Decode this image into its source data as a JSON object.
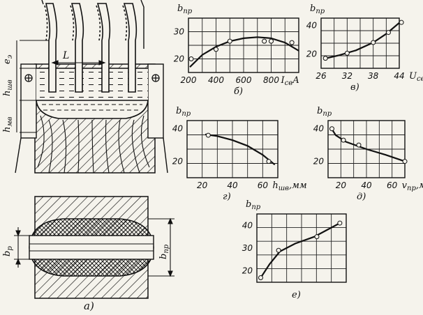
{
  "labels": {
    "e": "e",
    "e_sub": "э",
    "h_shv": "h",
    "h_shv_sub": "шв",
    "h_mv": "h",
    "h_mv_sub": "мв",
    "L": "L",
    "b_p": "b",
    "b_p_sub": "р",
    "b_pr": "b",
    "b_pr_sub": "пр",
    "panel_a": "а)"
  },
  "chart_data": [
    {
      "id": "b",
      "type": "scatter",
      "ylabel": "b",
      "ylabel_sub": "пр",
      "xlabel": "I",
      "xlabel_sub": "св",
      "xunit": "А",
      "caption": "б)",
      "xlim": [
        200,
        1000
      ],
      "ylim": [
        15,
        35
      ],
      "xticks": [
        200,
        400,
        600,
        800
      ],
      "yticks": [
        20,
        30
      ],
      "points": [
        [
          220,
          20
        ],
        [
          400,
          23.5
        ],
        [
          500,
          26.5
        ],
        [
          750,
          26.5
        ],
        [
          800,
          26.5
        ],
        [
          950,
          26
        ]
      ],
      "curve": [
        [
          210,
          17
        ],
        [
          300,
          21.5
        ],
        [
          400,
          24.5
        ],
        [
          500,
          26.5
        ],
        [
          600,
          27.6
        ],
        [
          700,
          28
        ],
        [
          800,
          27.6
        ],
        [
          900,
          26
        ],
        [
          1000,
          23
        ]
      ]
    },
    {
      "id": "v",
      "type": "scatter",
      "ylabel": "b",
      "ylabel_sub": "пр",
      "xlabel": "U",
      "xlabel_sub": "св",
      "caption": "в)",
      "xlim": [
        26,
        44
      ],
      "ylim": [
        10,
        45
      ],
      "xticks": [
        26,
        32,
        38,
        44
      ],
      "yticks": [
        20,
        40
      ],
      "points": [
        [
          27,
          17
        ],
        [
          32,
          20.5
        ],
        [
          38,
          28
        ],
        [
          41.5,
          35
        ],
        [
          44.5,
          42
        ]
      ],
      "curve": [
        [
          26.5,
          16.5
        ],
        [
          30,
          19
        ],
        [
          34,
          22.5
        ],
        [
          38,
          28
        ],
        [
          41,
          34
        ],
        [
          44.5,
          43
        ]
      ]
    },
    {
      "id": "g",
      "type": "scatter",
      "ylabel": "b",
      "ylabel_sub": "пр",
      "xlabel": "h",
      "xlabel_sub": "шв",
      "xunit": ",мм",
      "caption": "г)",
      "xlim": [
        10,
        70
      ],
      "ylim": [
        10,
        45
      ],
      "xticks": [
        20,
        40,
        60
      ],
      "yticks": [
        20,
        40
      ],
      "points": [
        [
          24,
          36
        ],
        [
          64,
          20
        ]
      ],
      "curve": [
        [
          22,
          36.5
        ],
        [
          30,
          35.5
        ],
        [
          40,
          33
        ],
        [
          50,
          29.5
        ],
        [
          60,
          24
        ],
        [
          68,
          18
        ]
      ]
    },
    {
      "id": "d",
      "type": "scatter",
      "ylabel": "b",
      "ylabel_sub": "пр",
      "xlabel": "v",
      "xlabel_sub": "пр",
      "xunit": ",м/ч",
      "caption": "д)",
      "xlim": [
        10,
        70
      ],
      "ylim": [
        10,
        45
      ],
      "xticks": [
        20,
        40,
        60
      ],
      "yticks": [
        20,
        40
      ],
      "points": [
        [
          13,
          40
        ],
        [
          22,
          33
        ],
        [
          34,
          30
        ],
        [
          70,
          20
        ]
      ],
      "curve": [
        [
          12,
          41
        ],
        [
          16,
          36
        ],
        [
          24,
          32
        ],
        [
          40,
          27.5
        ],
        [
          55,
          24
        ],
        [
          70,
          20
        ]
      ]
    },
    {
      "id": "e",
      "type": "scatter",
      "ylabel": "b",
      "ylabel_sub": "пр",
      "caption": "е)",
      "xlim": [
        0,
        7
      ],
      "ylim": [
        15,
        45
      ],
      "xticks": [],
      "yticks": [
        20,
        30,
        40
      ],
      "points": [
        [
          0.3,
          17
        ],
        [
          1.7,
          29
        ],
        [
          4.7,
          35
        ],
        [
          6.5,
          41
        ]
      ],
      "curve": [
        [
          0.3,
          17
        ],
        [
          1,
          23
        ],
        [
          1.8,
          28.5
        ],
        [
          3,
          32
        ],
        [
          4.5,
          35
        ],
        [
          5.5,
          38
        ],
        [
          6.5,
          41
        ]
      ]
    }
  ]
}
